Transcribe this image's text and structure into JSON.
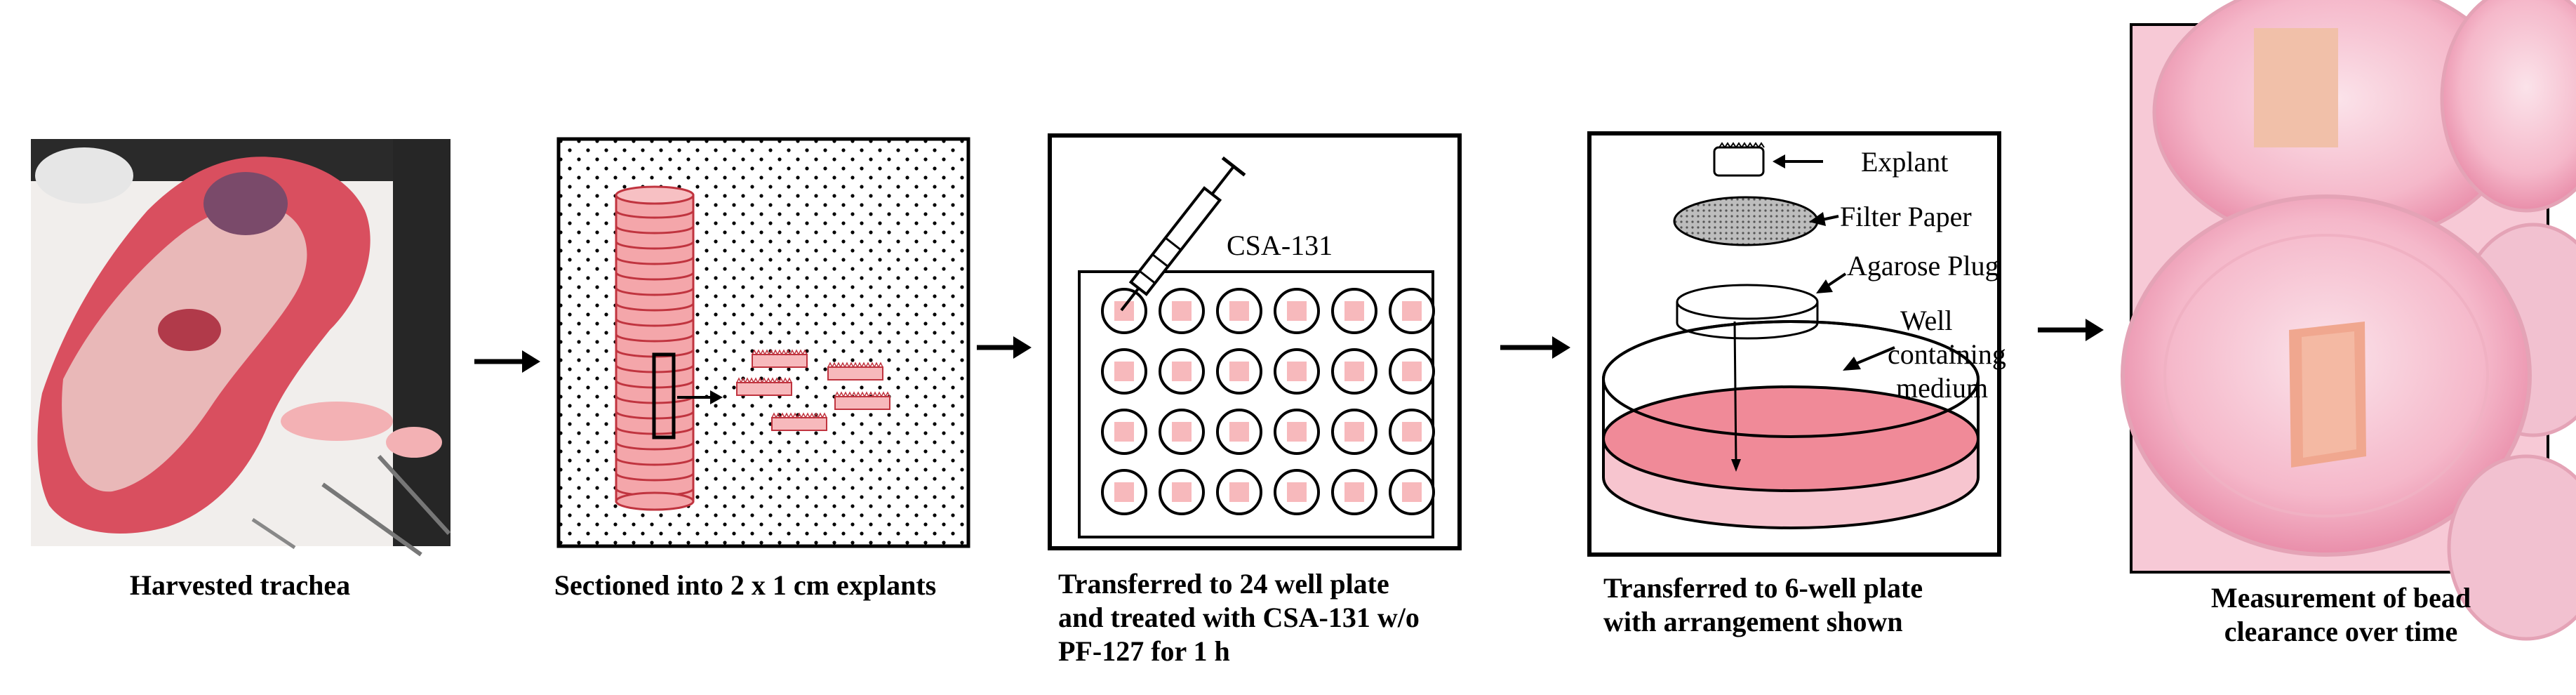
{
  "steps": [
    {
      "caption": [
        "Harvested trachea"
      ]
    },
    {
      "caption": [
        "Sectioned into 2 x 1 cm explants"
      ]
    },
    {
      "caption": [
        "Transferred to 24 well plate",
        "and treated with CSA-131 w/o",
        "PF-127 for 1 h"
      ]
    },
    {
      "caption": [
        "Transferred to 6-well plate",
        "with arrangement shown"
      ]
    },
    {
      "caption": [
        "Measurement of bead",
        "clearance over time"
      ]
    }
  ],
  "labels": {
    "compound": "CSA-131",
    "explant": "Explant",
    "filter_paper": "Filter Paper",
    "agarose_plug": "Agarose Plug",
    "well": [
      "Well",
      "containing",
      "medium"
    ]
  },
  "colors": {
    "tissue_pink": "#f4a6aa",
    "explant_pink": "#f7b9bc",
    "medium_pink": "#f08a98",
    "photo_bg_pink": "#f7c9d6"
  }
}
